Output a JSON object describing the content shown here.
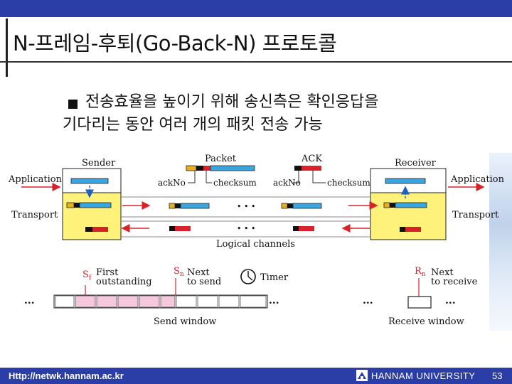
{
  "slide": {
    "title": "N-프레임-후퇴(Go-Back-N) 프로토콜",
    "bullet_line1": "전송효율을 높이기 위해 송신측은 확인응답을",
    "bullet_line2": "기다리는 동안 여러 개의 패킷 전송 가능",
    "page_number": "53"
  },
  "footer": {
    "url": "Http://netwk.hannam.ac.kr",
    "university": "HANNAM UNIVERSITY"
  },
  "diagram": {
    "sender_label": "Sender",
    "receiver_label": "Receiver",
    "packet_label": "Packet",
    "ack_label": "ACK",
    "ackno_left": "ackNo",
    "checksum_left": "checksum",
    "ackno_right": "ackNo",
    "checksum_right": "checksum",
    "application_left": "Application",
    "transport_left": "Transport",
    "application_right": "Application",
    "transport_right": "Transport",
    "logical_channels": "Logical channels",
    "sf_label": "S",
    "sf_sub": "f",
    "first_outstanding_1": "First",
    "first_outstanding_2": "outstanding",
    "sn_label": "S",
    "sn_sub": "n",
    "next_to_send_1": "Next",
    "next_to_send_2": "to send",
    "timer_label": "Timer",
    "rn_label": "R",
    "rn_sub": "n",
    "next_to_receive_1": "Next",
    "next_to_receive_2": "to receive",
    "send_window": "Send window",
    "receive_window": "Receive window",
    "dots": "• • •",
    "ellipsis": "..."
  },
  "colors": {
    "header_blue": "#2b3ea8",
    "transport_yellow": "#fff27a",
    "packet_blue": "#3aa6e0",
    "ack_red": "#d8222a",
    "window_pink": "#f6c8dd"
  }
}
